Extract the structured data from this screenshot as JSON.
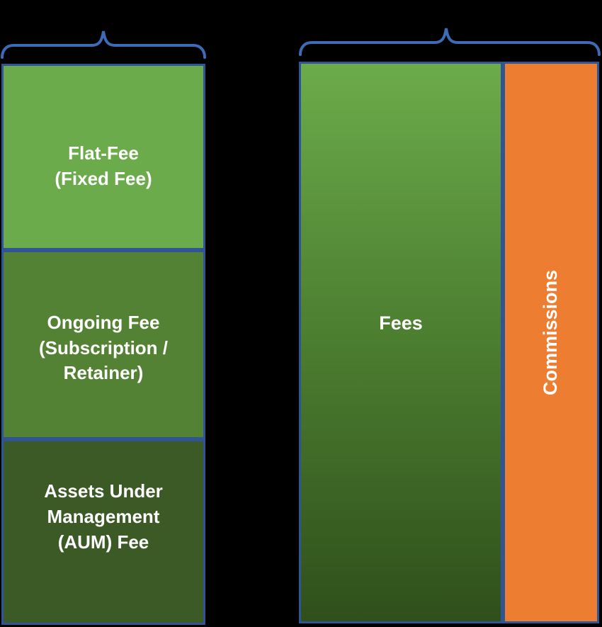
{
  "colors": {
    "background": "#000000",
    "box_border_blue": "#2F5597",
    "brace_blue": "#3E6BB5",
    "green_light": "#6CAB4B",
    "green_medium": "#548235",
    "green_dark": "#3C5A26",
    "fees_gradient_top": "#6CAB4B",
    "fees_gradient_bottom": "#2F4F1B",
    "orange": "#ED7D31",
    "text": "#FFFFFF"
  },
  "icons": {
    "left_brace": "curly-brace-up",
    "right_brace": "curly-brace-up"
  },
  "left_group": {
    "boxes": [
      {
        "label": "Flat-Fee\n(Fixed Fee)"
      },
      {
        "label": "Ongoing Fee\n(Subscription /\nRetainer)"
      },
      {
        "label": "Assets Under\nManagement\n(AUM) Fee"
      }
    ]
  },
  "right_group": {
    "fees_label": "Fees",
    "commissions_label": "Commissions"
  }
}
